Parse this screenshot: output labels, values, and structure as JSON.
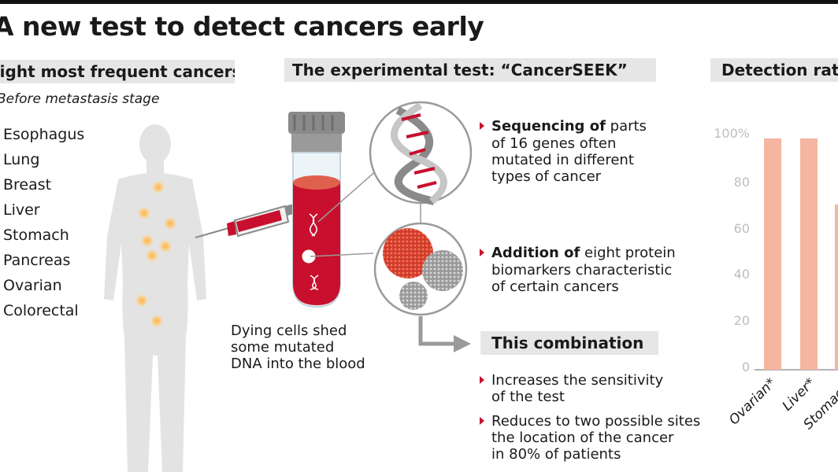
{
  "header": {
    "title": "A new test to detect cancers early"
  },
  "left": {
    "heading": "Eight most frequent cancers",
    "subnote": "Before metastasis stage",
    "cancers": [
      "Esophagus",
      "Lung",
      "Breast",
      "Liver",
      "Stomach",
      "Pancreas",
      "Ovarian",
      "Colorectal"
    ]
  },
  "middle": {
    "heading": "The experimental test: “CancerSEEK”",
    "caption_lines": [
      "Dying cells shed",
      "some mutated",
      "DNA into the blood"
    ]
  },
  "steps": {
    "sequencing_bold": "Sequencing of",
    "sequencing_lines": [
      "parts",
      "of 16 genes often",
      "mutated in different",
      "types of cancer"
    ],
    "addition_bold": "Addition of",
    "addition_lines": [
      "eight protein",
      "biomarkers characteristic",
      "of certain cancers"
    ],
    "combo_heading": "This combination",
    "benefit1_lines": [
      "Increases the sensitivity",
      "of the test"
    ],
    "benefit2_lines": [
      "Reduces to two possible sites",
      "the location of the cancer",
      "in 80% of patients"
    ]
  },
  "right": {
    "heading": "Detection rate"
  },
  "chart_data": {
    "type": "bar",
    "title": "Detection rate",
    "y_ticks": [
      "100%",
      "80",
      "60",
      "40",
      "20",
      "0"
    ],
    "ylim": [
      0,
      100
    ],
    "categories": [
      "Ovarian*",
      "Liver*",
      "Stomach*"
    ],
    "values": [
      98,
      98,
      70
    ],
    "bar_color": "#f5b5a1",
    "grid": false
  },
  "colors": {
    "accent_red": "#c8102e",
    "header_grey": "#e6e6e6",
    "bar": "#f5b5a1",
    "body_grey": "#e3e3e3"
  }
}
